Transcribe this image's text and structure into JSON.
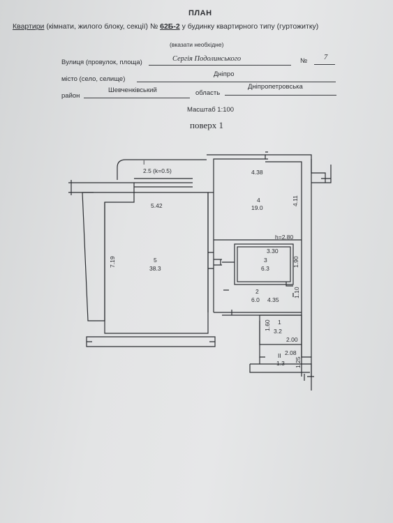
{
  "header": {
    "title": "ПЛАН",
    "subtitle_prefix": "Квартири",
    "subtitle_middle": " (кімнати, жилого блоку, секції) № ",
    "apartment_no": "62Б-2",
    "subtitle_suffix": " у будинку квартирного типу (гуртожитку)",
    "note": "(вказати необхідне)"
  },
  "address": {
    "street_label": "Вулиця (провулок, площа)",
    "street_value": "Сергія Подолинського",
    "number_label": "№",
    "number_value": "7",
    "city_label": "місто (село, селище)",
    "city_value": "Дніпро",
    "district_label": "район",
    "district_value": "Шевченківський",
    "region_label": "область",
    "region_value": "Дніпропетровська"
  },
  "scale": "Масштаб 1:100",
  "floor": "поверх 1",
  "rooms": {
    "balcony": {
      "id": "I",
      "area": "2.5 (k=0.5)"
    },
    "room5": {
      "id": "5",
      "area": "38.3",
      "width": "5.42",
      "height": "7.19"
    },
    "room4": {
      "id": "4",
      "area": "19.0",
      "width": "4.38",
      "height": "4.11",
      "ceiling": "h=2.80"
    },
    "room3": {
      "id": "3",
      "area": "6.3",
      "width": "3.30",
      "height": "1.90"
    },
    "room2": {
      "id": "2",
      "area": "6.0",
      "width": "4.35",
      "height": "1.10"
    },
    "room1": {
      "id": "1",
      "area": "3.2",
      "width": "2.00",
      "height": "1.60"
    },
    "room2b": {
      "id": "II",
      "area": "1.3",
      "width": "2.08",
      "height": "1.25"
    }
  }
}
